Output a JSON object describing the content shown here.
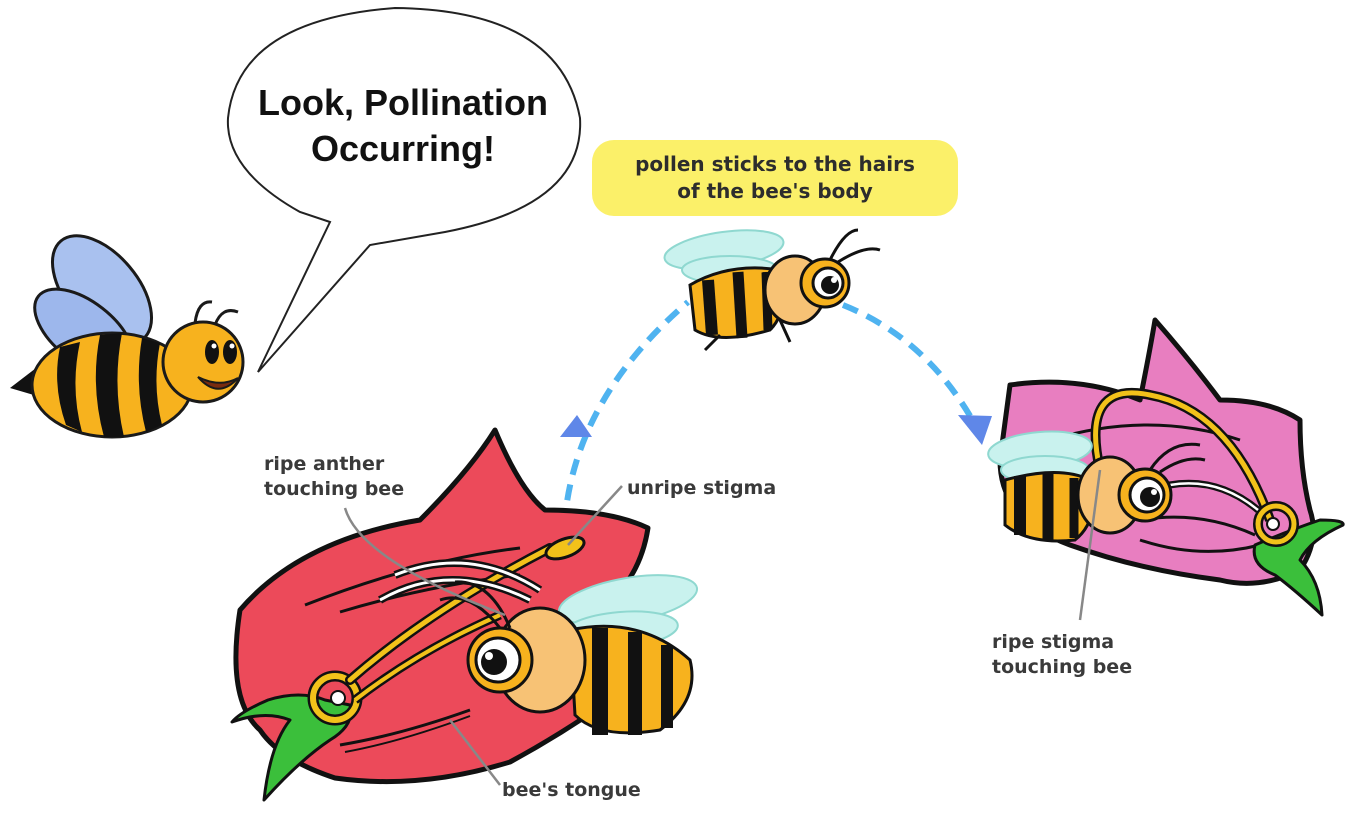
{
  "speech_bubble": {
    "line1": "Look, Pollination",
    "line2": "Occurring!"
  },
  "caption_top": {
    "line1": "pollen sticks to the hairs",
    "line2": "of the bee's body"
  },
  "labels": {
    "ripe_anther_line1": "ripe anther",
    "ripe_anther_line2": "touching bee",
    "unripe_stigma": "unripe stigma",
    "bees_tongue": "bee's tongue",
    "ripe_stigma_line1": "ripe stigma",
    "ripe_stigma_line2": "touching bee"
  },
  "colors": {
    "red_flower": "#ec4a5a",
    "pink_flower": "#e87ec0",
    "stem_green": "#3bbf3b",
    "stamen_yellow": "#f2c21a",
    "bee_yellow": "#f7b21e",
    "bee_black": "#111111",
    "wing_blue": "#c9f2ee",
    "cartoon_wing": "#a9c1ef",
    "arrow_blue": "#4fb3f0",
    "arrowhead_blue": "#5f87e8",
    "caption_yellow": "#fbf069"
  }
}
